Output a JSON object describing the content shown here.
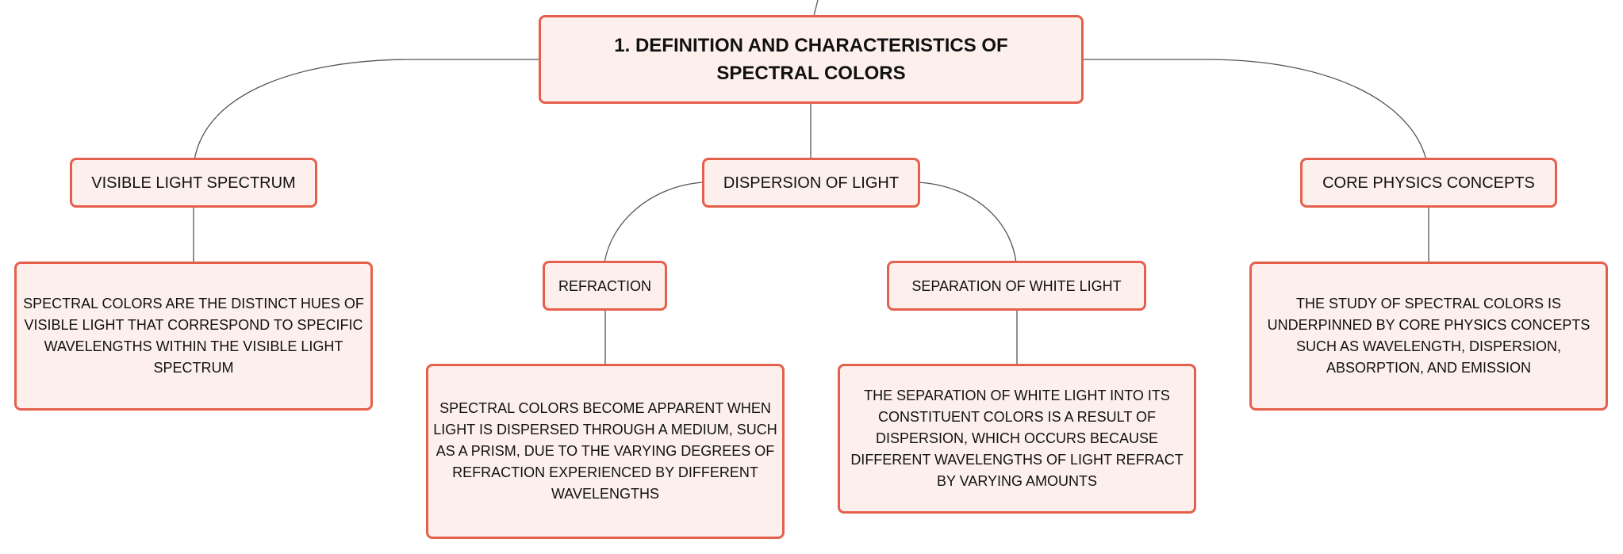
{
  "root": {
    "title": "1. DEFINITION AND CHARACTERISTICS OF SPECTRAL COLORS"
  },
  "branches": {
    "visible": {
      "label": "VISIBLE LIGHT SPECTRUM",
      "detail": "SPECTRAL COLORS ARE THE DISTINCT HUES OF VISIBLE LIGHT THAT CORRESPOND TO SPECIFIC WAVELENGTHS WITHIN THE VISIBLE LIGHT SPECTRUM"
    },
    "dispersion": {
      "label": "DISPERSION OF LIGHT",
      "refraction": {
        "label": "REFRACTION",
        "detail": "SPECTRAL COLORS BECOME APPARENT WHEN LIGHT IS DISPERSED THROUGH A MEDIUM, SUCH AS A PRISM, DUE TO THE VARYING DEGREES OF REFRACTION EXPERIENCED BY DIFFERENT WAVELENGTHS"
      },
      "separation": {
        "label": "SEPARATION OF WHITE LIGHT",
        "detail": "THE SEPARATION OF WHITE LIGHT INTO ITS CONSTITUENT COLORS IS A RESULT OF DISPERSION, WHICH OCCURS BECAUSE DIFFERENT WAVELENGTHS OF LIGHT REFRACT BY VARYING AMOUNTS"
      }
    },
    "physics": {
      "label": "CORE PHYSICS CONCEPTS",
      "detail": "THE STUDY OF SPECTRAL COLORS IS UNDERPINNED BY CORE PHYSICS CONCEPTS SUCH AS WAVELENGTH, DISPERSION, ABSORPTION, AND EMISSION"
    }
  },
  "colors": {
    "node_fill": "#fdf0ec",
    "node_border": "#e5604c",
    "connector": "#555555",
    "text": "#111111"
  }
}
